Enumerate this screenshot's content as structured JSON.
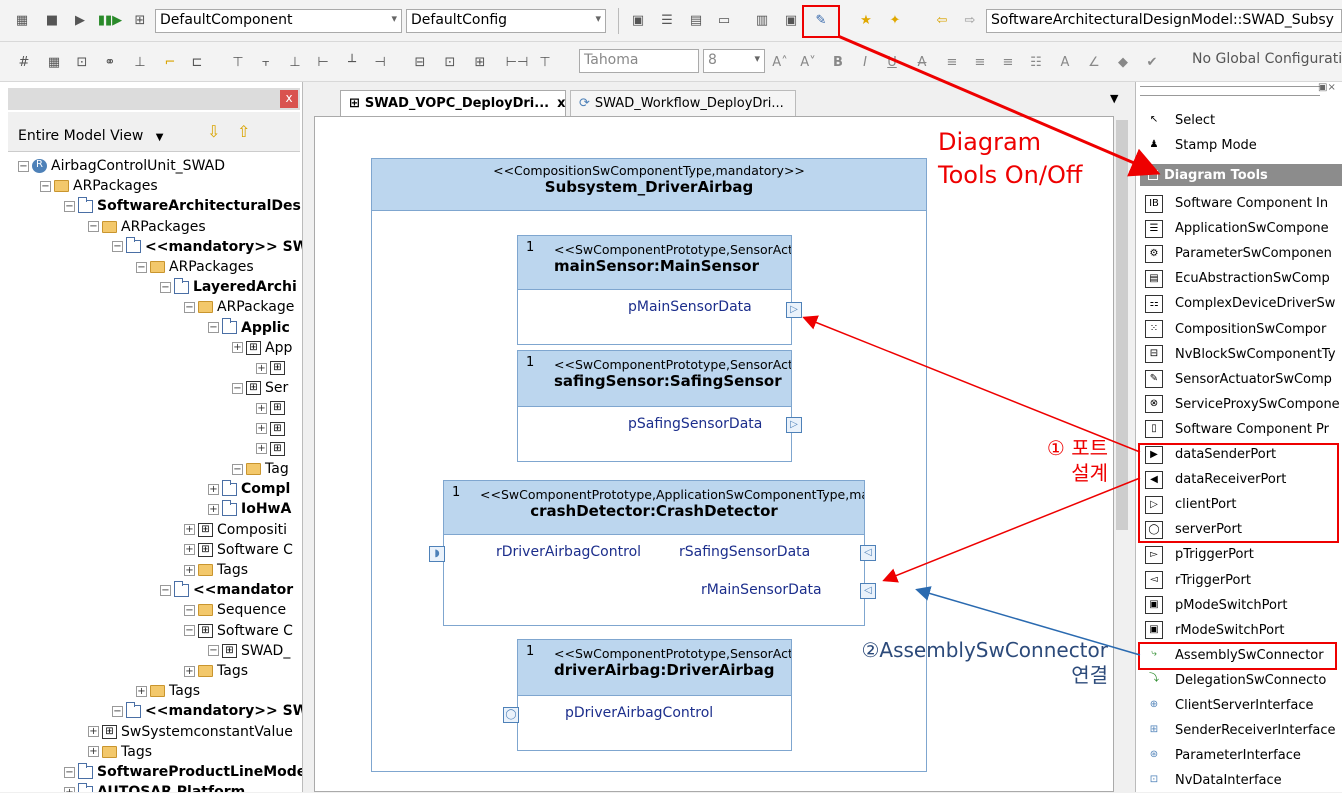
{
  "toolbar1": {
    "component_combo": "DefaultComponent",
    "config_combo": "DefaultConfig",
    "model_path": "SoftwareArchitecturalDesignModel::SWAD_Subsy"
  },
  "toolbar2": {
    "font_name": "Tahoma",
    "font_size": "8",
    "global_config": "No Global Configurati"
  },
  "browser": {
    "view_label": "Entire Model View",
    "close_label": "x",
    "tree": [
      {
        "label": "AirbagControlUnit_SWAD",
        "bold": false
      },
      {
        "label": "ARPackages",
        "bold": false
      },
      {
        "label": "SoftwareArchitecturalDesi",
        "bold": true
      },
      {
        "label": "ARPackages",
        "bold": false
      },
      {
        "label": "<<mandatory>> SW",
        "bold": true
      },
      {
        "label": "ARPackages",
        "bold": false
      },
      {
        "label": "LayeredArchi",
        "bold": true
      },
      {
        "label": "ARPackage",
        "bold": false
      },
      {
        "label": "Applic",
        "bold": true
      },
      {
        "label": "App",
        "bold": false
      },
      {
        "label": "",
        "bold": false
      },
      {
        "label": "Ser",
        "bold": false
      },
      {
        "label": "",
        "bold": false
      },
      {
        "label": "",
        "bold": false
      },
      {
        "label": "",
        "bold": false
      },
      {
        "label": "Tag",
        "bold": false
      },
      {
        "label": "Compl",
        "bold": true
      },
      {
        "label": "IoHwA",
        "bold": true
      },
      {
        "label": "Compositi",
        "bold": false
      },
      {
        "label": "Software C",
        "bold": false
      },
      {
        "label": "Tags",
        "bold": false
      },
      {
        "label": "<<mandator",
        "bold": true
      },
      {
        "label": "Sequence",
        "bold": false
      },
      {
        "label": "Software C",
        "bold": false
      },
      {
        "label": "SWAD_",
        "bold": false
      },
      {
        "label": "Tags",
        "bold": false
      },
      {
        "label": "Tags",
        "bold": false
      },
      {
        "label": "<<mandatory>> SW",
        "bold": true
      },
      {
        "label": "SwSystemconstantValue",
        "bold": false
      },
      {
        "label": "Tags",
        "bold": false
      },
      {
        "label": "SoftwareProductLineMode",
        "bold": true
      },
      {
        "label": "AUTOSAR Platform",
        "bold": true
      }
    ]
  },
  "tabs": [
    {
      "label": "SWAD_VOPC_DeployDri...",
      "close": "x",
      "active": true
    },
    {
      "label": "SWAD_Workflow_DeployDri...",
      "active": false
    }
  ],
  "diagram": {
    "outer": {
      "stereotype": "<<CompositionSwComponentType,mandatory>>",
      "name": "Subsystem_DriverAirbag"
    },
    "components": [
      {
        "num": "1",
        "stereotype": "<<SwComponentPrototype,SensorActu",
        "name": "mainSensor:MainSensor",
        "ports": [
          "pMainSensorData"
        ]
      },
      {
        "num": "1",
        "stereotype": "<<SwComponentPrototype,SensorActu",
        "name": "safingSensor:SafingSensor",
        "ports": [
          "pSafingSensorData"
        ]
      },
      {
        "num": "1",
        "stereotype": "<<SwComponentPrototype,ApplicationSwComponentType,man",
        "name": "crashDetector:CrashDetector",
        "ports": [
          "rDriverAirbagControl",
          "rSafingSensorData",
          "rMainSensorData"
        ]
      },
      {
        "num": "1",
        "stereotype": "<<SwComponentPrototype,SensorActu",
        "name": "driverAirbag:DriverAirbag",
        "ports": [
          "pDriverAirbagControl"
        ]
      }
    ]
  },
  "annotations": {
    "diagram_tools_line1": "Diagram",
    "diagram_tools_line2": "Tools On/Off",
    "port_design_line1": "① 포트",
    "port_design_line2": "설계",
    "connector_line1": "②AssemblySwConnector",
    "connector_line2": "연결"
  },
  "palette": {
    "top_items": [
      "Select",
      "Stamp Mode"
    ],
    "section_title": "Diagram Tools",
    "items": [
      "Software Component In",
      "ApplicationSwCompone",
      "ParameterSwComponen",
      "EcuAbstractionSwComp",
      "ComplexDeviceDriverSw",
      "CompositionSwCompor",
      "NvBlockSwComponentTy",
      "SensorActuatorSwComp",
      "ServiceProxySwCompone",
      "Software Component Pr",
      "dataSenderPort",
      "dataReceiverPort",
      "clientPort",
      "serverPort",
      "pTriggerPort",
      "rTriggerPort",
      "pModeSwitchPort",
      "rModeSwitchPort",
      "AssemblySwConnector",
      "DelegationSwConnecto",
      "ClientServerInterface",
      "SenderReceiverInterface",
      "ParameterInterface",
      "NvDataInterface"
    ]
  },
  "colors": {
    "accent_red": "#e00000",
    "header_blue": "#bcd6ee",
    "port_text": "#1c2e8c"
  }
}
